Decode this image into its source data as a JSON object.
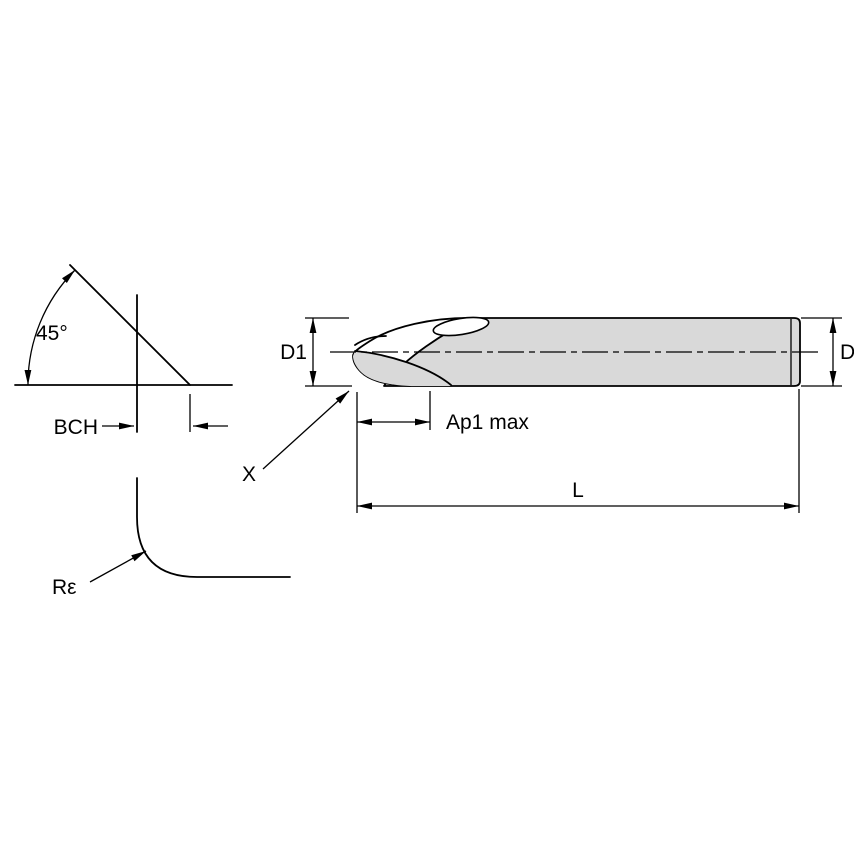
{
  "drawing": {
    "background": "#ffffff",
    "line_color": "#000000",
    "shank_fill": "#d9d9d9",
    "chamfer_detail": {
      "angle_label": "45°",
      "width_label": "BCH"
    },
    "corner_detail": {
      "radius_label": "Rε"
    },
    "endmill": {
      "cutting_diameter_label": "D1",
      "shank_diameter_label": "D",
      "tip_callout_label": "X",
      "depth_of_cut_label": "Ap1 max",
      "overall_length_label": "L"
    }
  }
}
